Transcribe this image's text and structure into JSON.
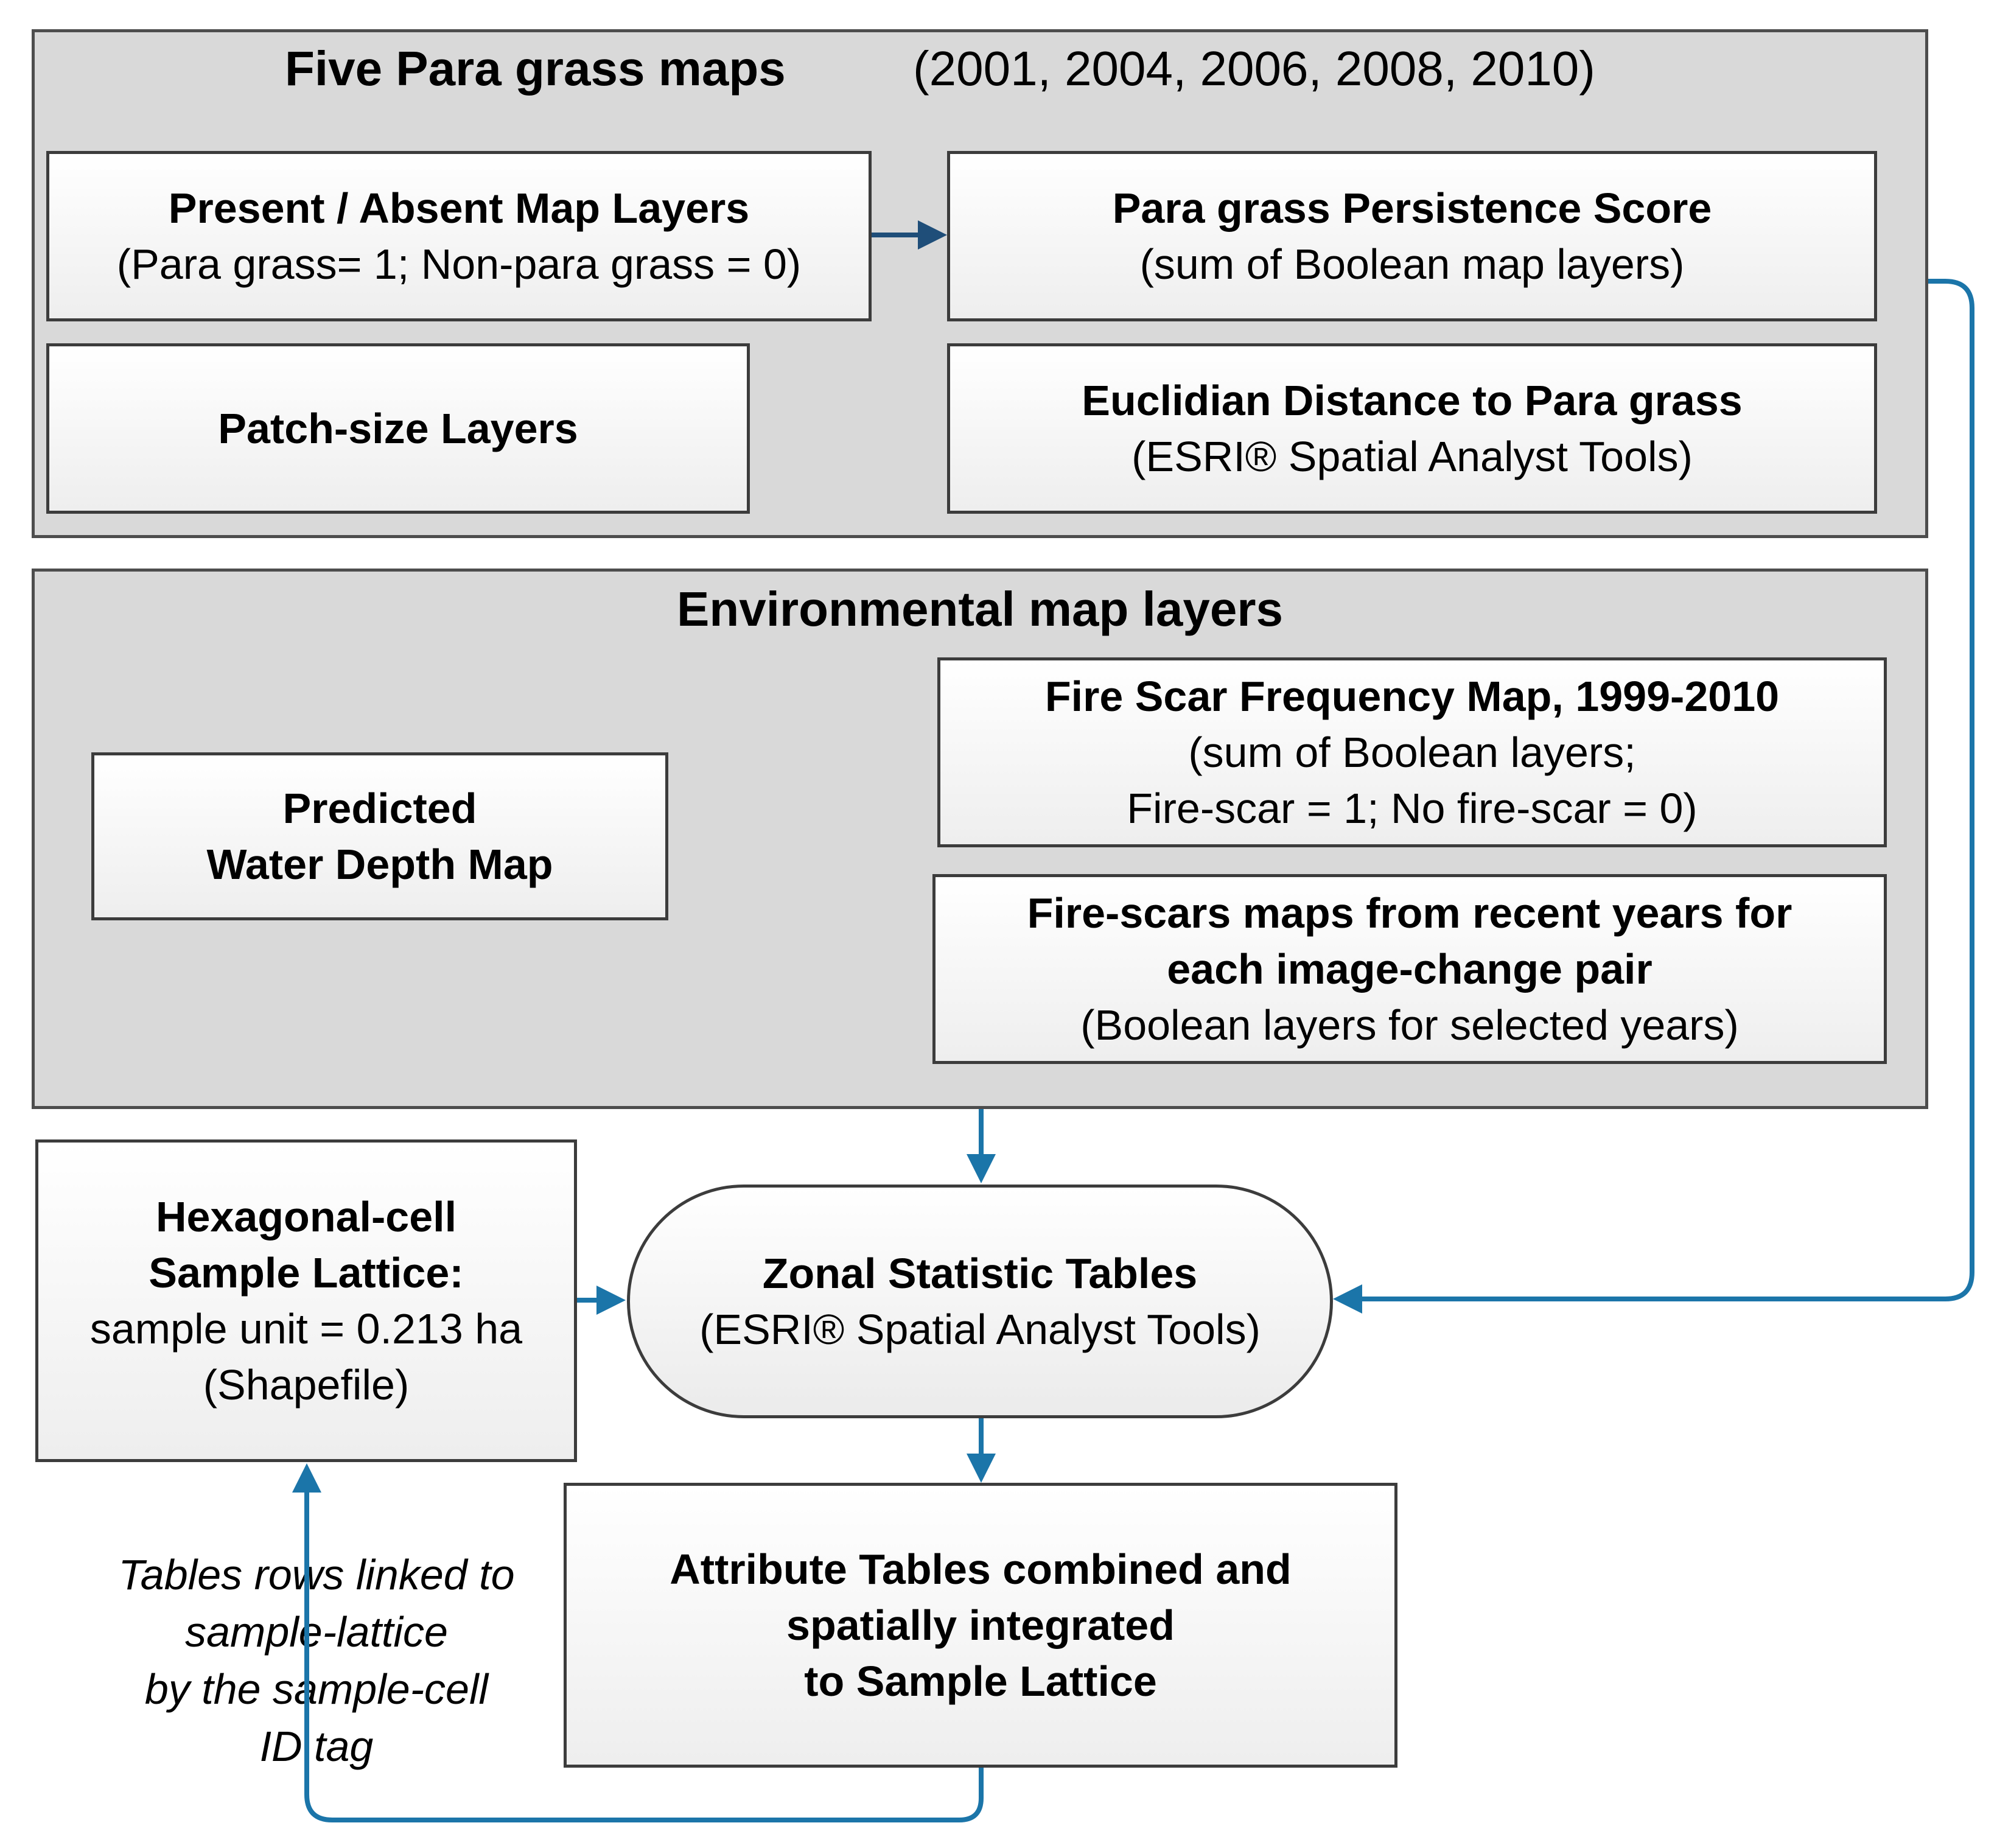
{
  "colors": {
    "connector": "#1b75a9",
    "connector_dark": "#1f4e79",
    "panel": "#d9d9d9",
    "border": "#3c3c3c"
  },
  "para_panel": {
    "title": "Five Para grass maps",
    "years": "(2001, 2004, 2006, 2008, 2010)"
  },
  "present_absent": {
    "title": "Present / Absent Map Layers",
    "sub": "(Para grass= 1; Non-para grass = 0)"
  },
  "persistence": {
    "title": "Para grass Persistence Score",
    "sub": "(sum of Boolean map layers)"
  },
  "patch_size": {
    "title": "Patch-size Layers"
  },
  "euclidian": {
    "title": "Euclidian Distance to Para grass",
    "sub": "(ESRI®  Spatial Analyst Tools)"
  },
  "env_panel": {
    "title": "Environmental map layers"
  },
  "water_depth": {
    "line1": "Predicted",
    "line2": "Water Depth Map"
  },
  "fire_freq": {
    "title": "Fire Scar Frequency Map, 1999-2010",
    "sub1": "(sum of Boolean layers;",
    "sub2": "Fire-scar = 1; No fire-scar = 0)"
  },
  "fire_recent": {
    "title1": "Fire-scars maps from recent  years for",
    "title2": "each image-change pair",
    "sub": "(Boolean layers for selected years)"
  },
  "hex_lattice": {
    "title1": "Hexagonal-cell",
    "title2": "Sample Lattice:",
    "sub1": "sample unit = 0.213 ha",
    "sub2": "(Shapefile)"
  },
  "zonal": {
    "title": "Zonal Statistic Tables",
    "sub": "(ESRI®  Spatial Analyst Tools)"
  },
  "attribute": {
    "line1": "Attribute Tables combined and",
    "line2": "spatially integrated",
    "line3": "to Sample Lattice"
  },
  "note": {
    "line1": "Tables rows linked to",
    "line2": "sample-lattice",
    "line3": "by the sample-cell",
    "line4": "ID tag"
  }
}
